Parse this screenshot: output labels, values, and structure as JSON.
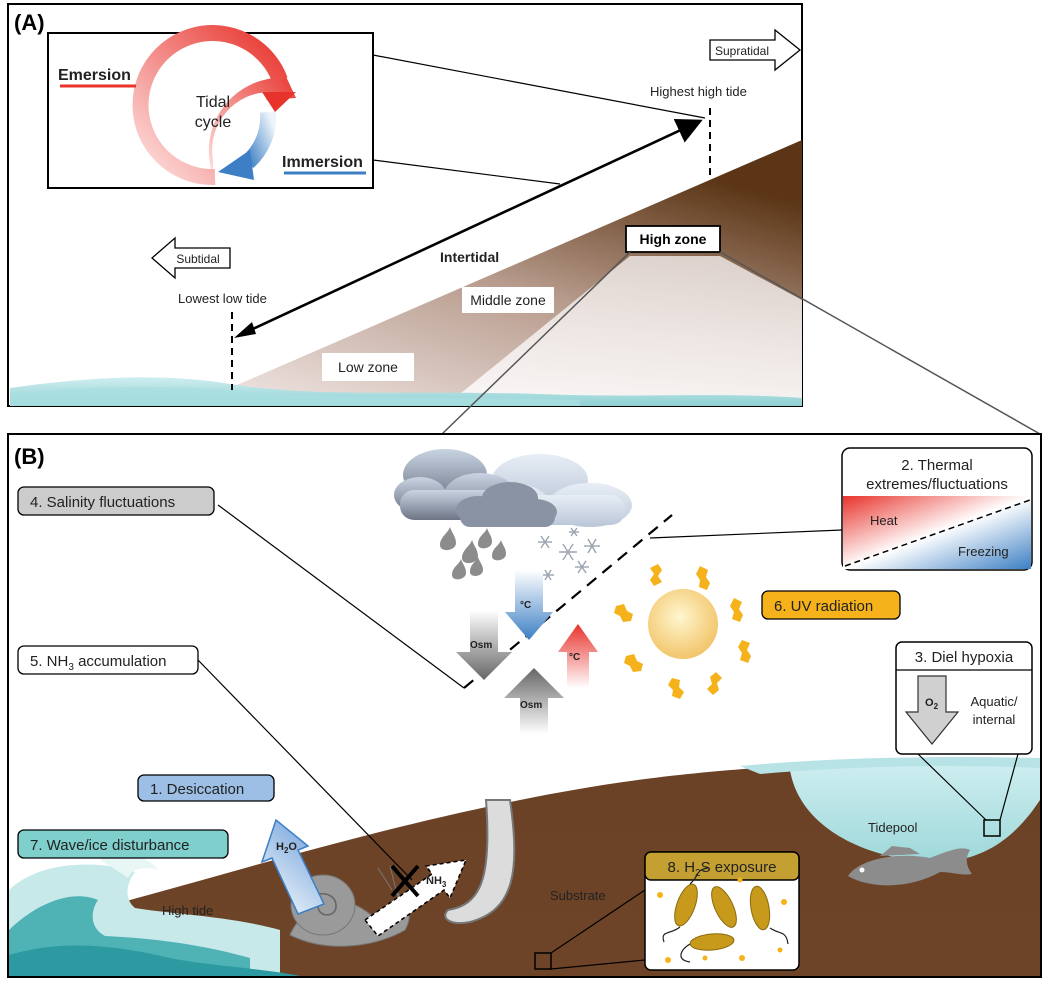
{
  "panel_a": {
    "label": "(A)",
    "tidal_cycle": {
      "center_line1": "Tidal",
      "center_line2": "cycle",
      "emersion": "Emersion",
      "immersion": "Immersion",
      "emersion_color": "#e8332c",
      "immersion_color": "#3c7fc4"
    },
    "supratidal": "Supratidal",
    "subtidal": "Subtidal",
    "highest_high_tide": "Highest high tide",
    "lowest_low_tide": "Lowest low tide",
    "intertidal": "Intertidal",
    "high_zone": "High zone",
    "middle_zone": "Middle zone",
    "low_zone": "Low zone"
  },
  "panel_b": {
    "label": "(B)",
    "stressors": {
      "desiccation": "1. Desiccation",
      "thermal": "2. Thermal extremes/fluctuations",
      "thermal_line1": "2. Thermal",
      "thermal_line2": "extremes/fluctuations",
      "heat": "Heat",
      "freezing": "Freezing",
      "diel_hypoxia": "3. Diel hypoxia",
      "salinity": "4. Salinity fluctuations",
      "nh3_accumulation": "5. NH3 accumulation",
      "nh3_prefix": "5. NH",
      "nh3_sub": "3",
      "nh3_suffix": " accumulation",
      "uv": "6. UV radiation",
      "wave_ice": "7. Wave/ice disturbance",
      "h2s_exposure": "8. H2S exposure",
      "h2s_prefix": "8. H",
      "h2s_sub": "2",
      "h2s_suffix": "S exposure"
    },
    "arrows": {
      "osm": "Osm",
      "deg_c": "°C",
      "o2": "O",
      "o2_sub": "2",
      "h2o": "H",
      "h2o_sub": "2",
      "h2o_suffix": "O",
      "nh3": "NH",
      "nh3_sub": "3"
    },
    "aquatic_line1": "Aquatic/",
    "aquatic_line2": "internal",
    "tidepool": "Tidepool",
    "high_tide": "High tide",
    "substrate": "Substrate"
  },
  "colors": {
    "desiccation_fill": "#9dbfe6",
    "wave_fill": "#7fcfcc",
    "uv_fill": "#f5b21b",
    "salinity_fill": "#cccccc",
    "h2s_fill": "#c4a032",
    "soil": "#6b4226",
    "water": "#b7e3e6",
    "heat": "#e8332c",
    "cold": "#3c7fc4"
  }
}
